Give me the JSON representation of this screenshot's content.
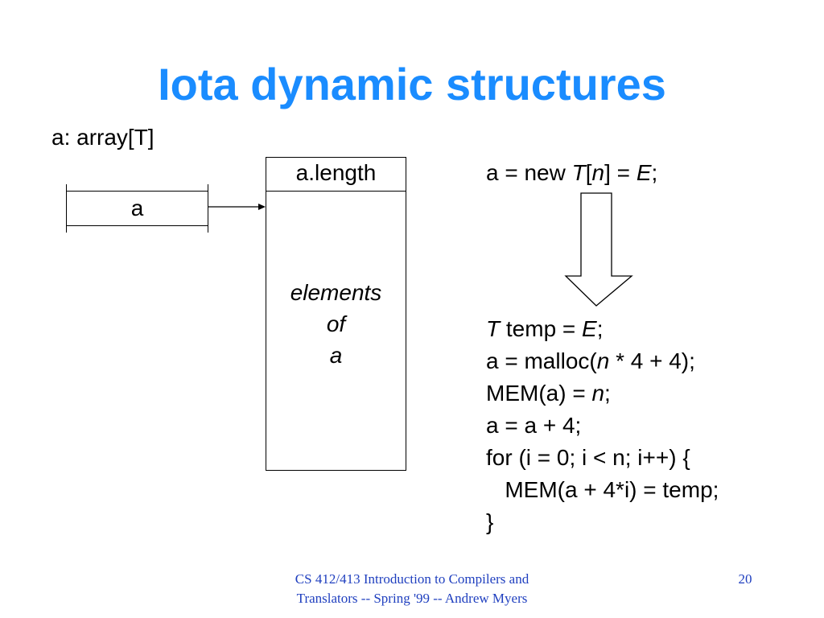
{
  "colors": {
    "title": "#1a8cff",
    "footer": "#1f3fbf",
    "text": "#000000"
  },
  "title": "Iota dynamic structures",
  "type_decl": "a: array[T]",
  "diagram": {
    "var_label": "a",
    "length_label": "a.length",
    "elements_lines": [
      "elements",
      "of",
      "a"
    ]
  },
  "code": {
    "source_stmt": [
      "a = new ",
      "T",
      "[",
      "n",
      "] = ",
      "E",
      ";"
    ],
    "line1": [
      "T",
      " temp = ",
      "E",
      ";"
    ],
    "line2": [
      "a = malloc(",
      "n",
      " * 4 + 4);"
    ],
    "line3": [
      "MEM(a) = ",
      "n",
      ";"
    ],
    "line4": "a = a + 4;",
    "line5": "for (i = 0; i < n; i++) {",
    "line6": "   MEM(a + 4*i) = temp;",
    "line7": "}"
  },
  "footer": {
    "course": "CS 412/413 Introduction to Compilers and Translators -- Spring '99 -- Andrew Myers",
    "page_number": "20"
  }
}
